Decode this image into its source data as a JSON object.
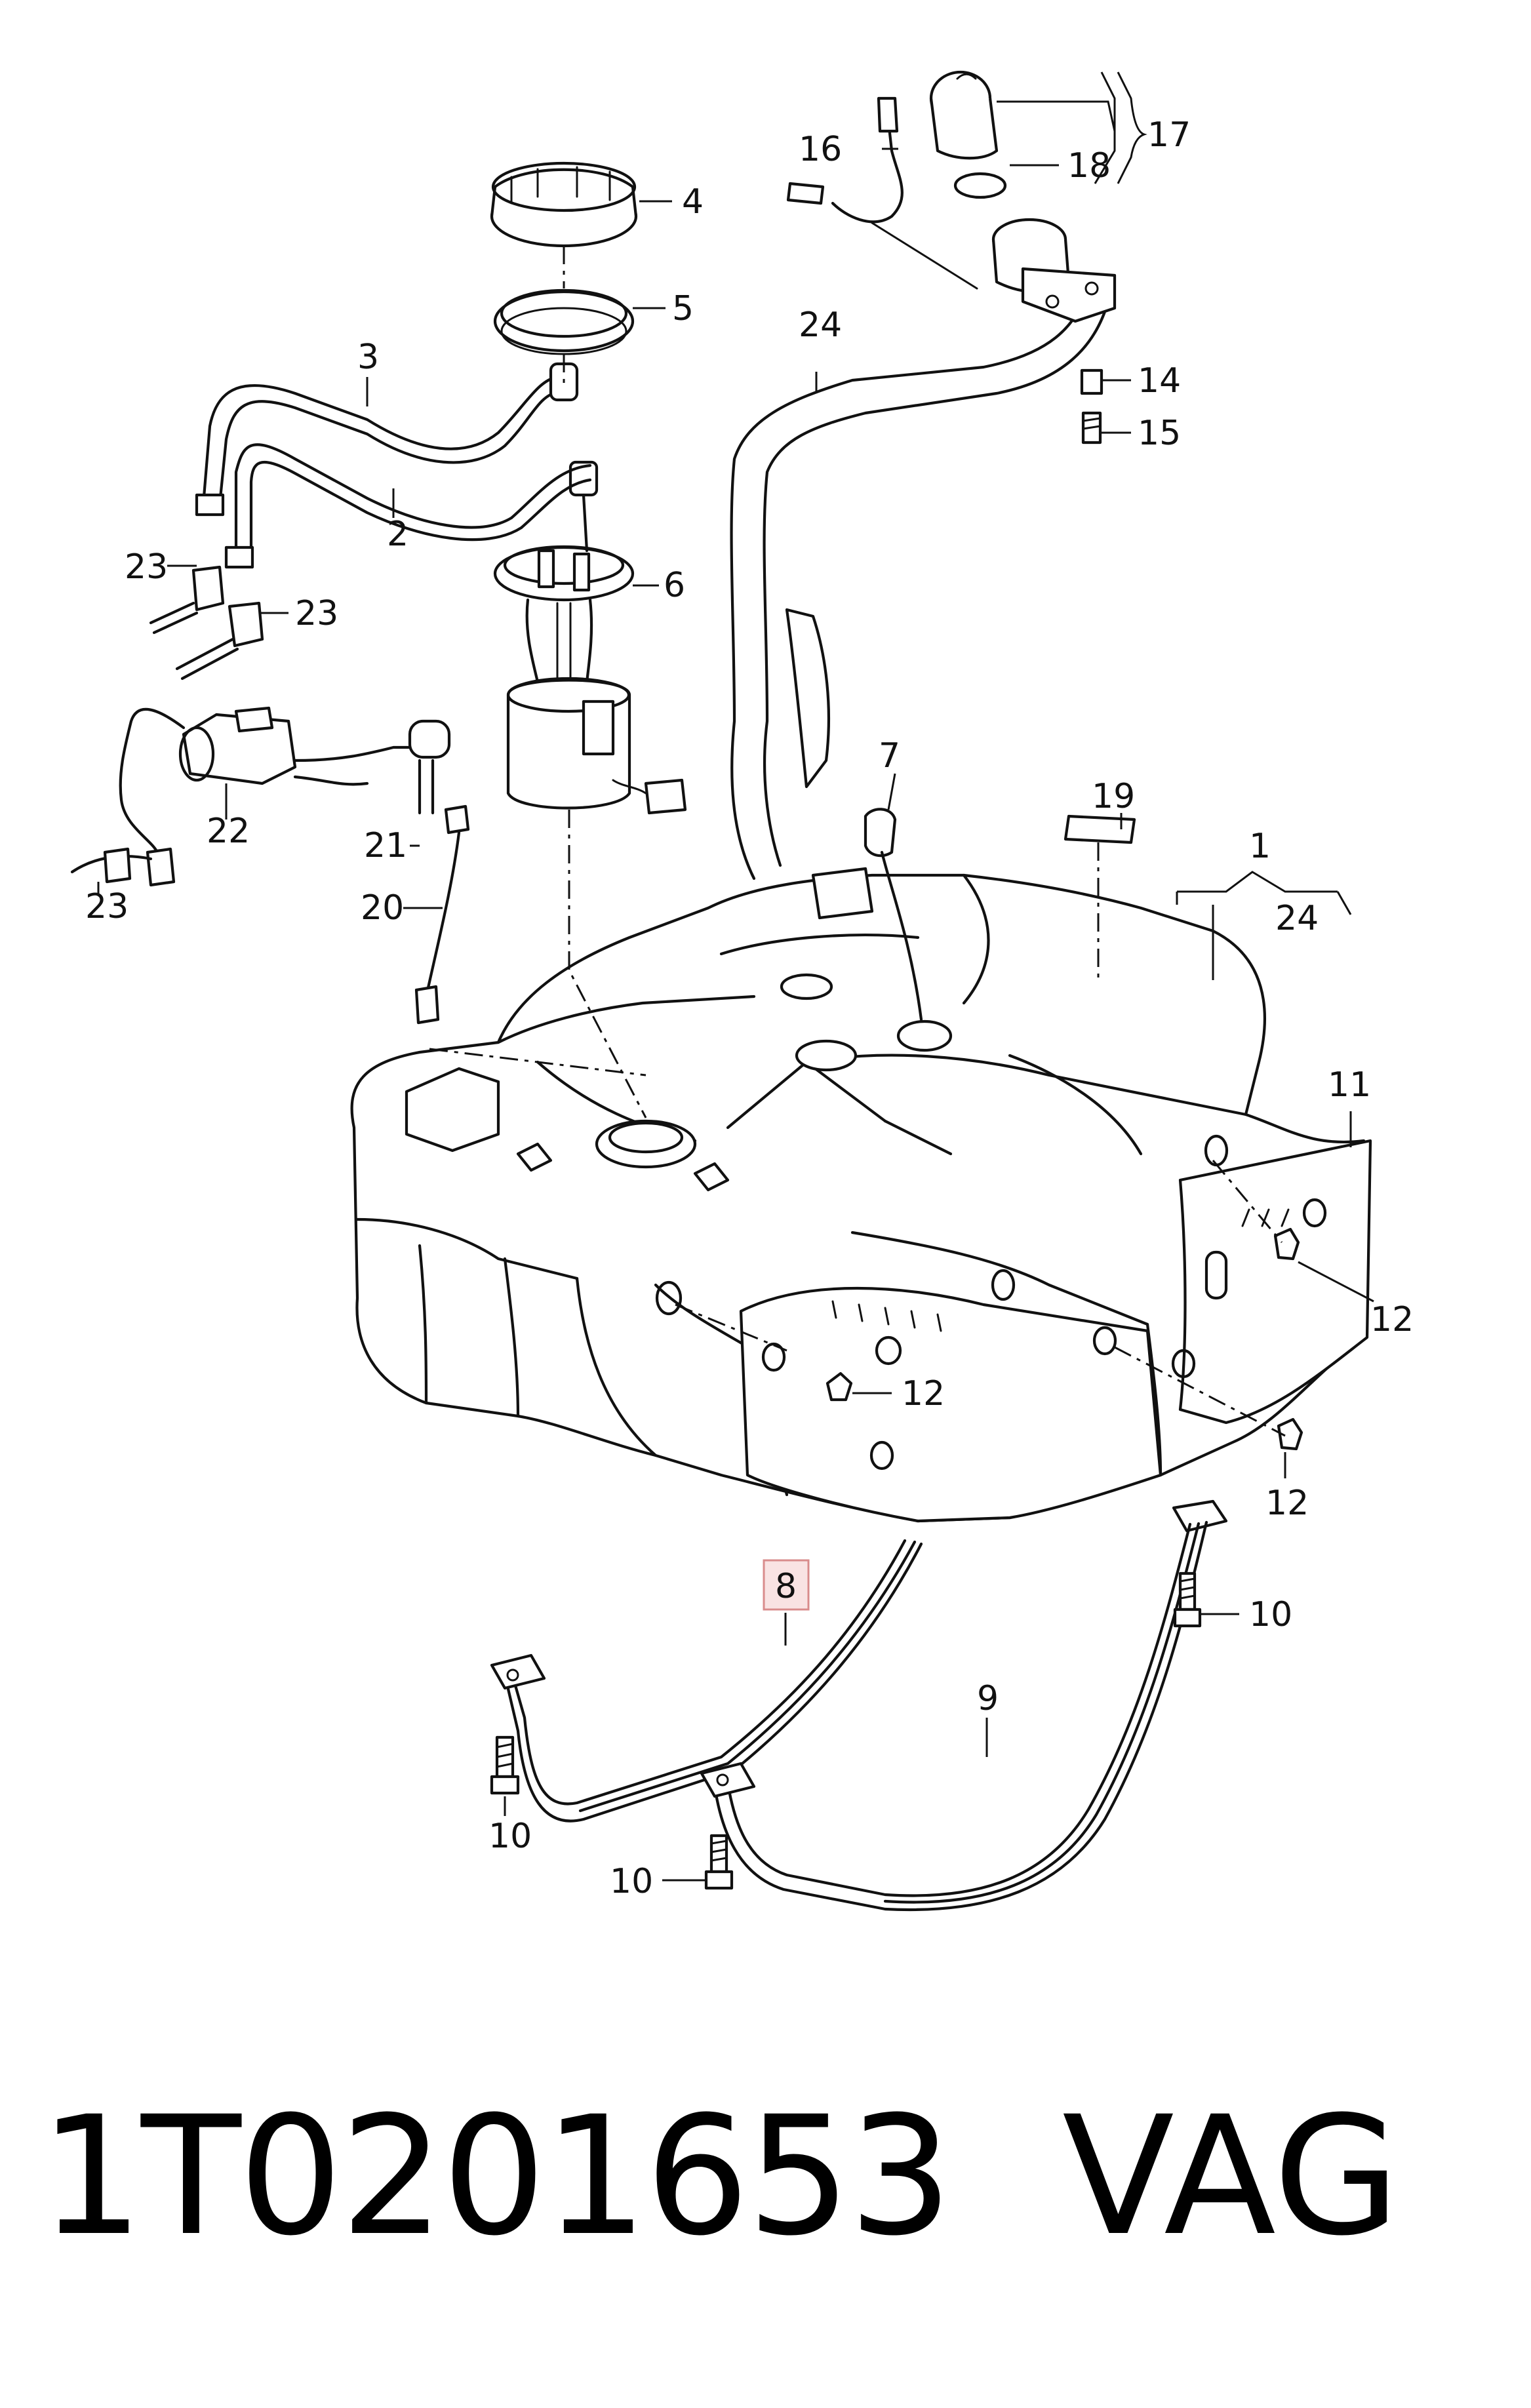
{
  "diagram": {
    "callouts": {
      "c1": "1",
      "c2": "2",
      "c3": "3",
      "c4": "4",
      "c5": "5",
      "c6": "6",
      "c7": "7",
      "c8": "8",
      "c9": "9",
      "c10a": "10",
      "c10b": "10",
      "c10c": "10",
      "c11": "11",
      "c12a": "12",
      "c12b": "12",
      "c12c": "12",
      "c14": "14",
      "c15": "15",
      "c16": "16",
      "c17": "17",
      "c18": "18",
      "c19": "19",
      "c20": "20",
      "c21": "21",
      "c22": "22",
      "c23a": "23",
      "c23b": "23",
      "c23c": "23",
      "c24a": "24",
      "c24b": "24"
    },
    "highlight_color": "#d98c8c"
  },
  "footer": {
    "part_number": "1T0201653",
    "brand": "VAG"
  }
}
